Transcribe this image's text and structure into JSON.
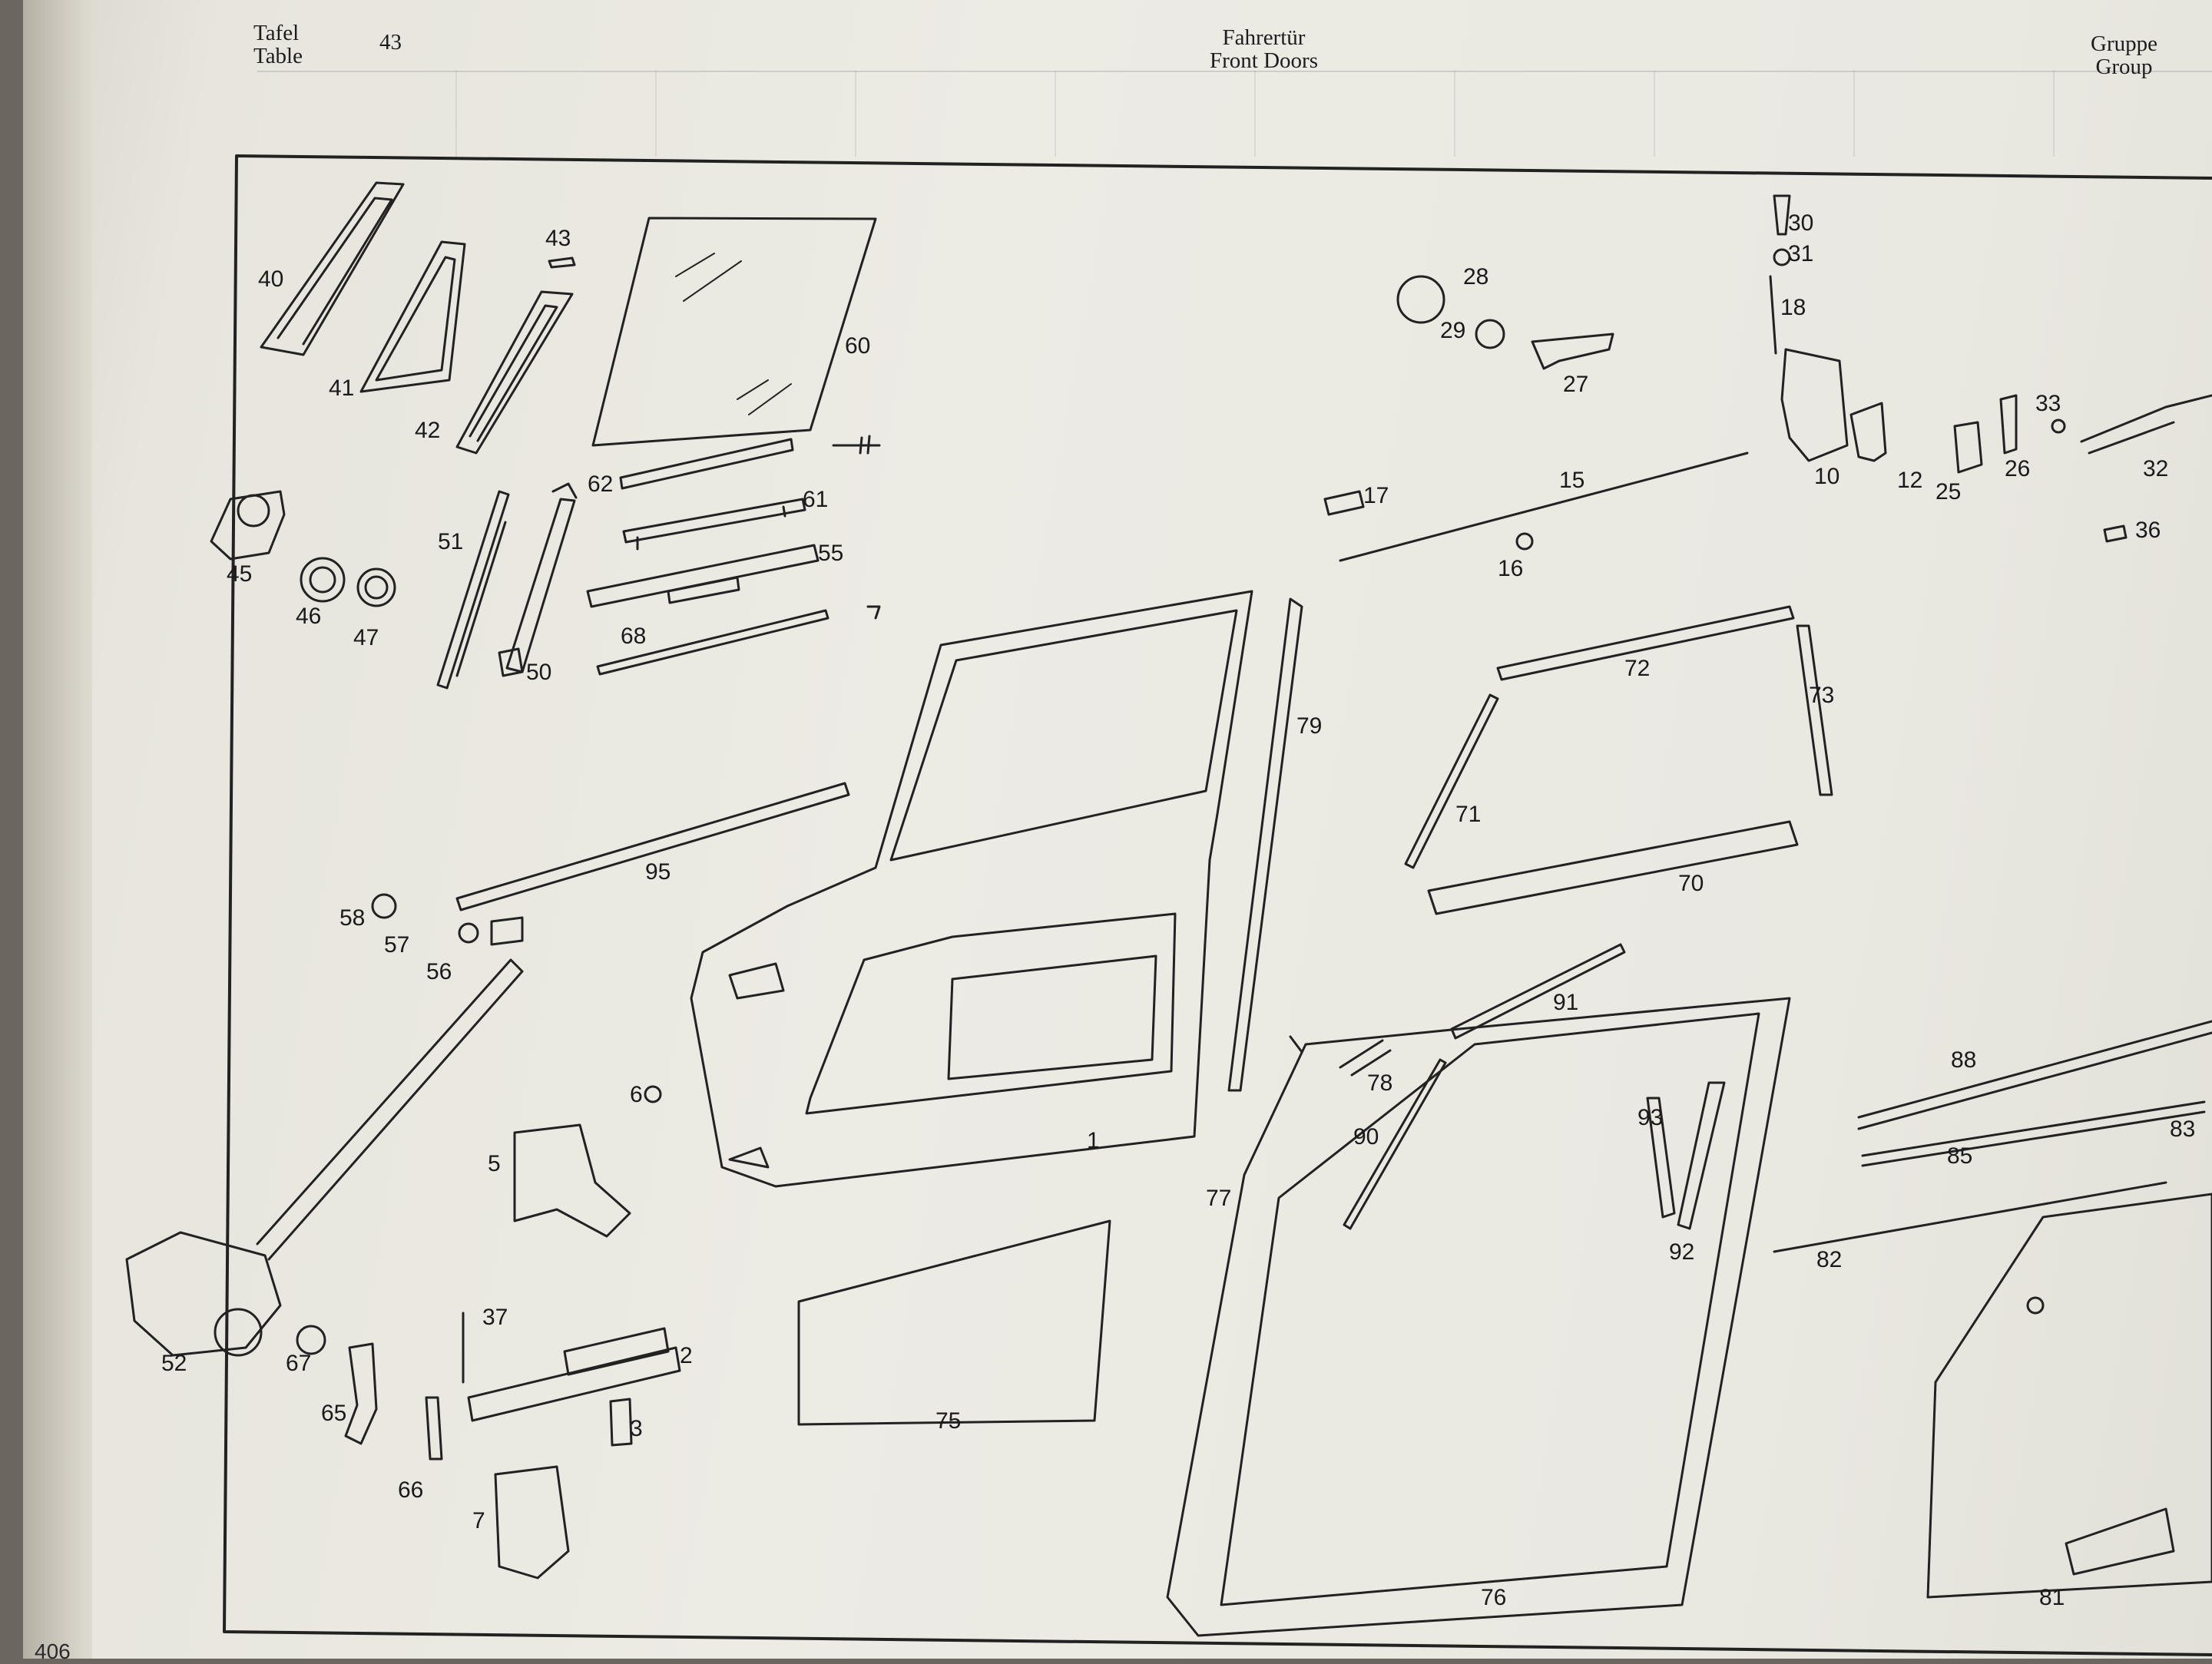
{
  "header": {
    "tafel_de": "Tafel",
    "tafel_en": "Table",
    "table_number": "43",
    "title_de": "Fahrertür",
    "title_en": "Front Doors",
    "group_de": "Gruppe",
    "group_en": "Group"
  },
  "page_number": "406",
  "callouts": [
    "1",
    "2",
    "3",
    "5",
    "6",
    "7",
    "10",
    "12",
    "15",
    "16",
    "17",
    "18",
    "25",
    "26",
    "27",
    "28",
    "29",
    "30",
    "31",
    "32",
    "33",
    "36",
    "37",
    "40",
    "41",
    "42",
    "43",
    "45",
    "46",
    "47",
    "50",
    "51",
    "52",
    "55",
    "56",
    "57",
    "58",
    "60",
    "61",
    "62",
    "65",
    "66",
    "67",
    "68",
    "70",
    "71",
    "72",
    "73",
    "75",
    "76",
    "77",
    "78",
    "79",
    "81",
    "82",
    "83",
    "85",
    "88",
    "90",
    "91",
    "92",
    "93",
    "95"
  ]
}
